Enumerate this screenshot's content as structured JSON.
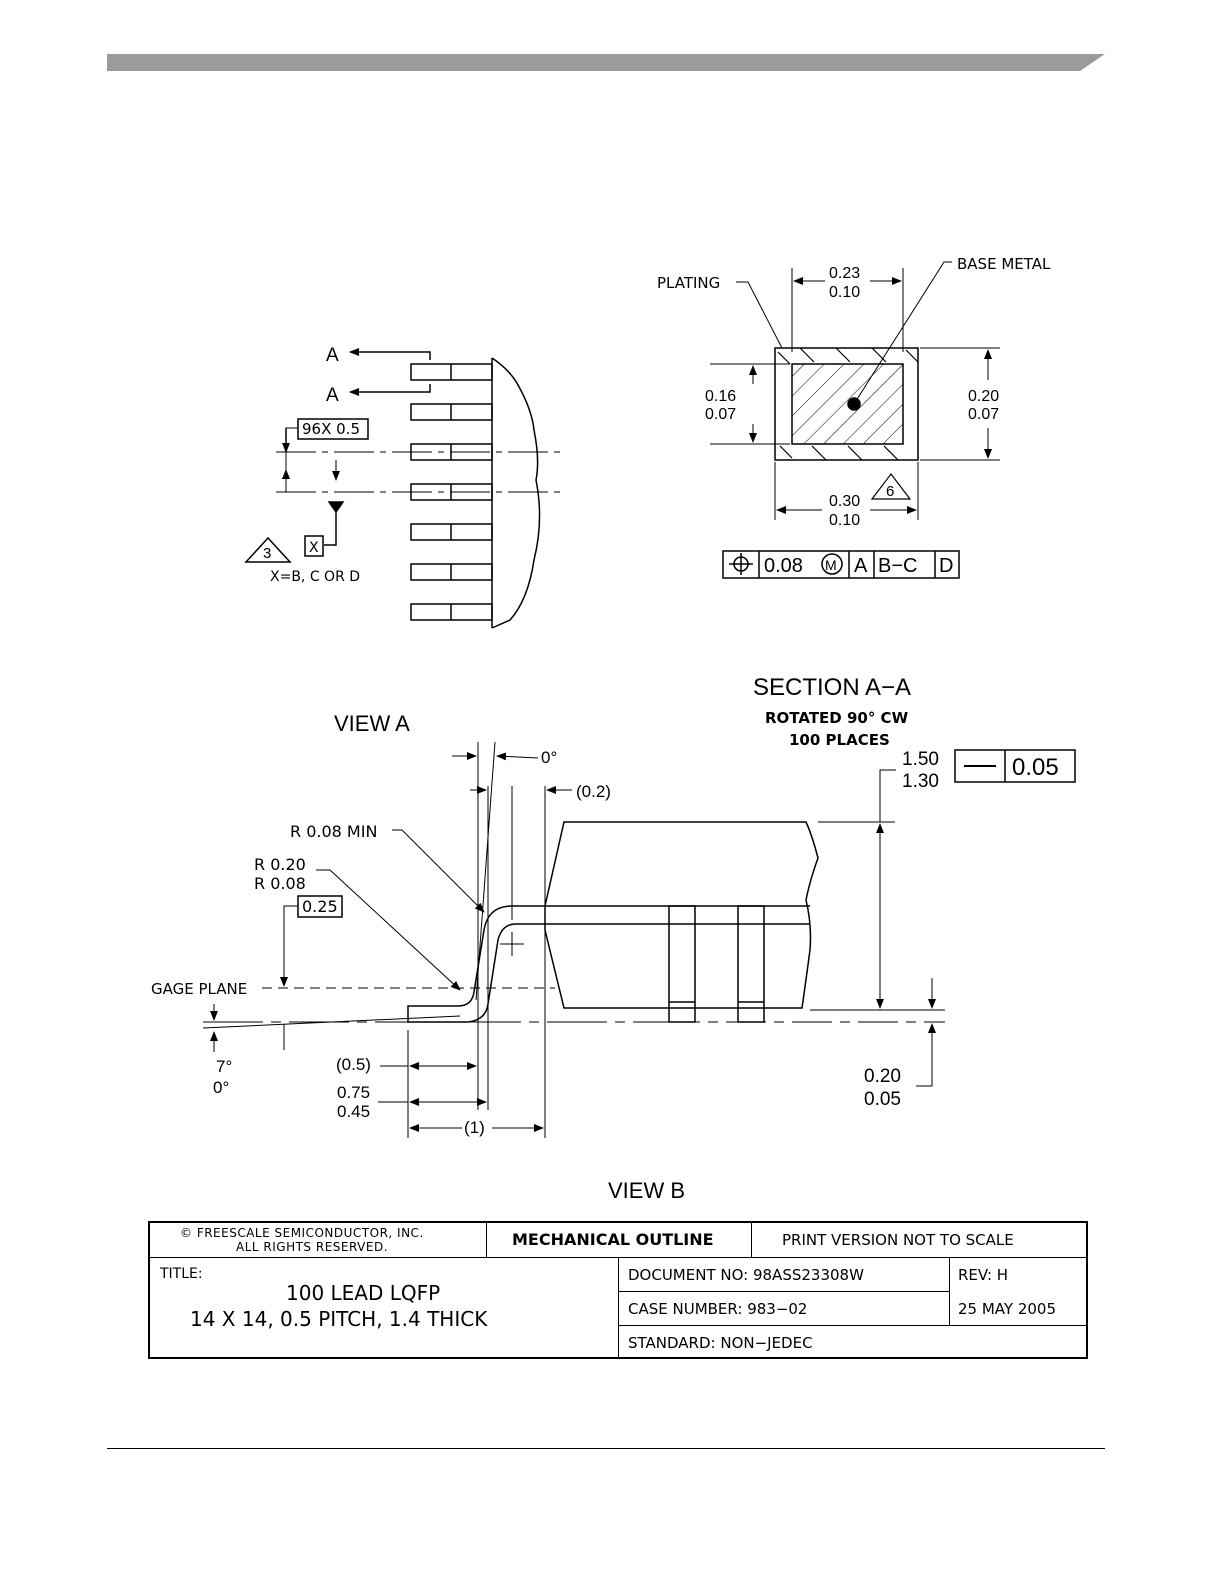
{
  "colors": {
    "header_bar": "#9b9b9b",
    "ink": "#000000"
  },
  "upper_left_view": {
    "section_mark_1": "A",
    "section_mark_2": "A",
    "pitch_box": "96X 0.5",
    "datum_box": "X",
    "note_number": "3",
    "datum_note": "X=B, C OR D"
  },
  "section_view": {
    "plating_label": "PLATING",
    "base_metal_label": "BASE METAL",
    "top_dim_max": "0.23",
    "top_dim_min": "0.10",
    "left_dim_max": "0.16",
    "left_dim_min": "0.07",
    "right_dim_max": "0.20",
    "right_dim_min": "0.07",
    "bottom_dim_max": "0.30",
    "bottom_dim_min": "0.10",
    "note_number": "6",
    "fcf": {
      "symbol": "position-icon",
      "tolerance": "0.08",
      "modifier": "M",
      "datum_1": "A",
      "datum_2": "B−C",
      "datum_3": "D"
    },
    "title": "SECTION  A−A",
    "subtitle_1": "ROTATED  90° CW",
    "subtitle_2": "100  PLACES"
  },
  "view_a": {
    "title": "VIEW  A"
  },
  "view_b": {
    "title": "VIEW  B",
    "angle_top": "0°",
    "dim_02": "(0.2)",
    "radius_min": "R  0.08  MIN",
    "radius_max_1": "R  0.20",
    "radius_max_2": "R  0.08",
    "gage_box": "0.25",
    "gage_plane": "GAGE  PLANE",
    "angle_max": "7°",
    "angle_min": "0°",
    "dim_05": "(0.5)",
    "foot_max": "0.75",
    "foot_min": "0.45",
    "dim_1": "(1)",
    "height_max": "1.50",
    "height_min": "1.30",
    "flatness_tol": "0.05",
    "standoff_max": "0.20",
    "standoff_min": "0.05"
  },
  "title_block": {
    "copyright_1": "© FREESCALE  SEMICONDUCTOR,   INC.",
    "copyright_2": "ALL  RIGHTS  RESERVED.",
    "mechanical_outline": "MECHANICAL  OUTLINE",
    "print_version": "PRINT  VERSION  NOT  TO  SCALE",
    "title_label": "TITLE:",
    "title_line_1": "100  LEAD  LQFP",
    "title_line_2": "14  X  14,  0.5  PITCH,  1.4  THICK",
    "document_no": "DOCUMENT  NO:  98ASS23308W",
    "rev": "REV:  H",
    "case_number": "CASE  NUMBER:  983−02",
    "date": "25  MAY  2005",
    "standard": "STANDARD:  NON−JEDEC"
  }
}
